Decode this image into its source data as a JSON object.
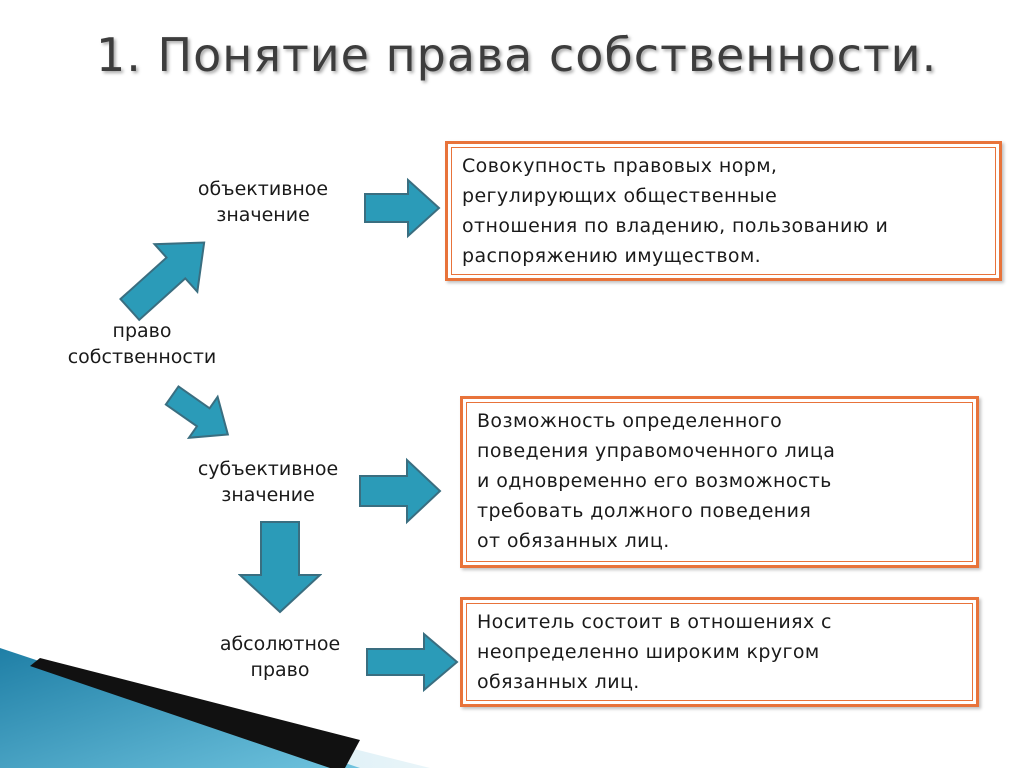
{
  "title": "1. Понятие права собственности.",
  "nodes": {
    "root": [
      "право",
      "собственности"
    ],
    "objective": [
      "объективное",
      "значение"
    ],
    "subjective": [
      "субъективное",
      "значение"
    ],
    "absolute": [
      "абсолютное",
      "право"
    ]
  },
  "definitions": {
    "objective": [
      "Совокупность правовых норм,",
      "регулирующих общественные",
      "отношения по владению, пользованию и",
      "распоряжению имуществом."
    ],
    "subjective": [
      "Возможность определенного",
      "поведения управомоченного лица",
      "и одновременно его возможность",
      "требовать должного поведения",
      "от обязанных лиц."
    ],
    "absolute": [
      "Носитель состоит в отношениях с",
      "неопределенно широким кругом",
      "обязанных лиц."
    ]
  },
  "colors": {
    "arrow_fill": "#2b9bb8",
    "arrow_stroke": "#3a6e80",
    "box_border": "#e8733a",
    "corner_blue": "#1f7fa6",
    "corner_black": "#111111"
  }
}
